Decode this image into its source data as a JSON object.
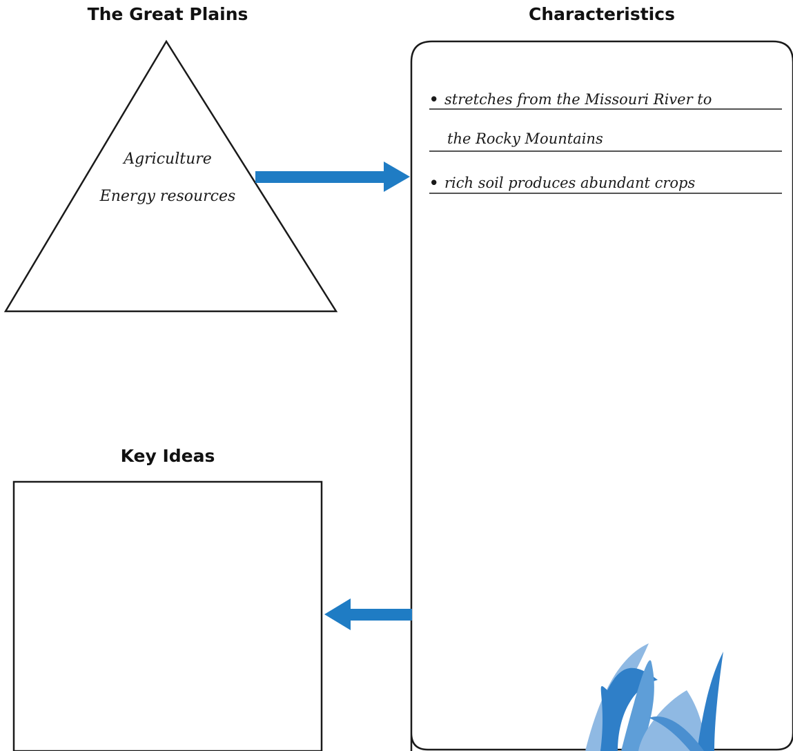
{
  "headings": {
    "great_plains": "The Great Plains",
    "characteristics": "Characteristics",
    "key_ideas": "Key Ideas"
  },
  "triangle": {
    "lines": [
      "Agriculture",
      "Energy resources"
    ]
  },
  "characteristics": {
    "items": [
      "stretches from the Missouri River to",
      "the Rocky Mountains",
      "rich soil produces abundant crops"
    ],
    "bullet": "•"
  },
  "colors": {
    "arrow": "#1f7cc4",
    "grass_light": "#8fb9e3",
    "grass_dark": "#2f7fc8",
    "line": "#1a1a1a"
  }
}
